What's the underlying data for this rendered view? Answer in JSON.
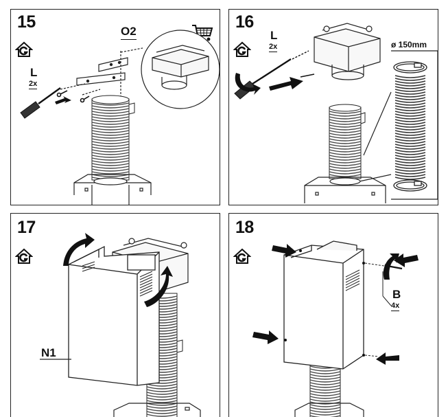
{
  "panels": [
    {
      "step": "15",
      "labels": {
        "part": "O2",
        "screw": "L",
        "qty": "2x"
      }
    },
    {
      "step": "16",
      "labels": {
        "screw": "L",
        "qty": "2x",
        "diameter": "ø 150mm"
      }
    },
    {
      "step": "17",
      "labels": {
        "part": "N1"
      }
    },
    {
      "step": "18",
      "labels": {
        "screw": "B",
        "qty": "4x"
      }
    }
  ],
  "icons": {
    "outdoor_mode": "house-vent-icon",
    "shop": "shopping-cart-icon",
    "screwdriver": "screwdriver-icon",
    "rotate": "rotate-arrow-icon",
    "push": "push-arrow-icon"
  },
  "colors": {
    "line": "#222222",
    "fill_arrow": "#111111",
    "ghost": "#9a9a9a"
  }
}
